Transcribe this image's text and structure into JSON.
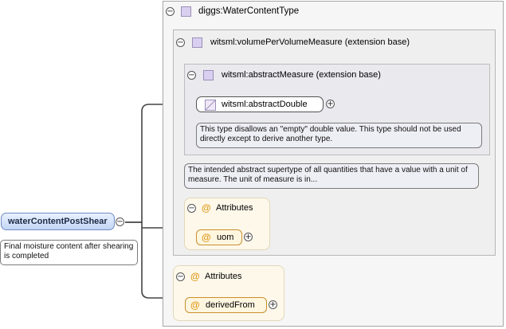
{
  "root_element": {
    "name": "waterContentPostShear",
    "documentation": "Final moisture content after shearing is completed"
  },
  "type": {
    "name": "diggs:WaterContentType",
    "extension": {
      "name": "witsml:volumePerVolumeMeasure (extension base)",
      "documentation": "The intended abstract supertype of all quantities that have a value with a unit of measure. The unit of measure is in...",
      "base": {
        "name": "witsml:abstractMeasure (extension base)",
        "simple_type": {
          "name": "witsml:abstractDouble",
          "documentation": "This type disallows an \"empty\" double value. This type should not be used directly except to derive another type."
        }
      },
      "attributes": {
        "header": "Attributes",
        "items": [
          "uom"
        ]
      }
    },
    "attributes": {
      "header": "Attributes",
      "items": [
        "derivedFrom"
      ]
    }
  },
  "symbols": {
    "collapse": "−",
    "expand": "+",
    "attribute": "@"
  },
  "colors": {
    "main_node": "#c3d6f5",
    "type_icon": "#d9cff0",
    "attribute_marker": "#e09a1c"
  }
}
